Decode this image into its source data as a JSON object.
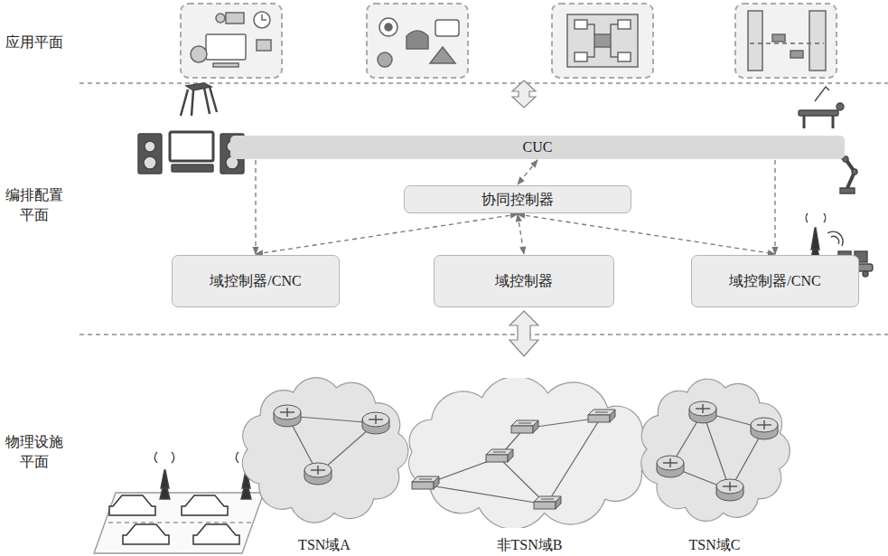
{
  "diagram": {
    "nodes": [
      {
        "text": [
          "CUC"
        ]
      },
      {
        "text": [
          "协同控制器"
        ]
      },
      {
        "text": [
          "域控制器/CNC"
        ]
      },
      {
        "text": [
          "域控制器"
        ]
      },
      {
        "text": [
          "域控制器/CNC"
        ]
      },
      {
        "text": [
          "TSN域A"
        ]
      },
      {
        "text": [
          "非TSN域B"
        ]
      },
      {
        "text": [
          "TSN域C"
        ]
      }
    ],
    "edges": [
      {
        "from": 0,
        "to": 1,
        "arrow": "both"
      },
      {
        "from": 0,
        "to": 2,
        "arrow": "to"
      },
      {
        "from": 0,
        "to": 4,
        "arrow": "to"
      },
      {
        "from": 1,
        "to": 2,
        "arrow": "both"
      },
      {
        "from": 1,
        "to": 3,
        "arrow": "both"
      },
      {
        "from": 1,
        "to": 4,
        "arrow": "both"
      }
    ],
    "labels": [
      "应用平面",
      "编排配置 平面",
      "物理设施 平面"
    ]
  }
}
